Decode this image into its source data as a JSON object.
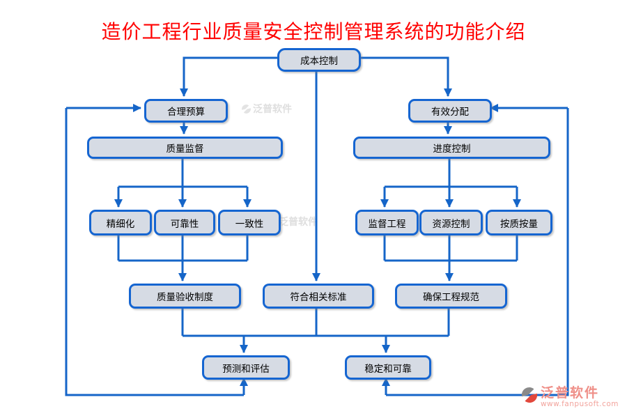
{
  "title": "造价工程行业质量安全控制管理系统的功能介绍",
  "nodes": {
    "cost_control": {
      "label": "成本控制"
    },
    "reasonable_budget": {
      "label": "合理预算"
    },
    "effective_allocation": {
      "label": "有效分配"
    },
    "quality_supervision": {
      "label": "质量监督"
    },
    "progress_control": {
      "label": "进度控制"
    },
    "fine_grained": {
      "label": "精细化"
    },
    "reliability": {
      "label": "可靠性"
    },
    "consistency": {
      "label": "一致性"
    },
    "supervise_engineering": {
      "label": "监督工程"
    },
    "resource_control": {
      "label": "资源控制"
    },
    "quality_quantity": {
      "label": "按质按量"
    },
    "acceptance_system": {
      "label": "质量验收制度"
    },
    "meet_standards": {
      "label": "符合相关标准"
    },
    "ensure_standards": {
      "label": "确保工程规范"
    },
    "prediction_evaluation": {
      "label": "预测和评估"
    },
    "stable_reliable": {
      "label": "稳定和可靠"
    }
  },
  "watermark": {
    "text": "泛普软件"
  },
  "logo": {
    "brand": "泛普软件",
    "url": "www.fanpusoft.com"
  },
  "colors": {
    "connector": "#1565c8",
    "box_border": "#1565d1",
    "box_fill": "#d6dbe4",
    "title": "#ff0000",
    "logo_text": "#ef8f88"
  }
}
